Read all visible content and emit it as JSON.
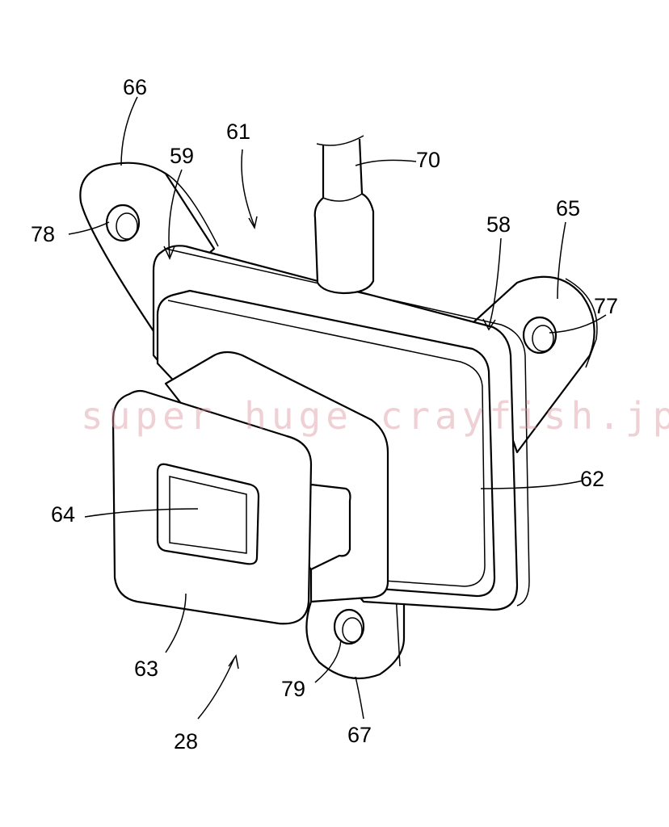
{
  "figure": {
    "labels": {
      "l66": "66",
      "l61": "61",
      "l59": "59",
      "l70": "70",
      "l78": "78",
      "l58": "58",
      "l65": "65",
      "l77": "77",
      "l62": "62",
      "l64": "64",
      "l63": "63",
      "l79": "79",
      "l28": "28",
      "l67": "67"
    },
    "watermark": "super huge crayfish.jp"
  }
}
